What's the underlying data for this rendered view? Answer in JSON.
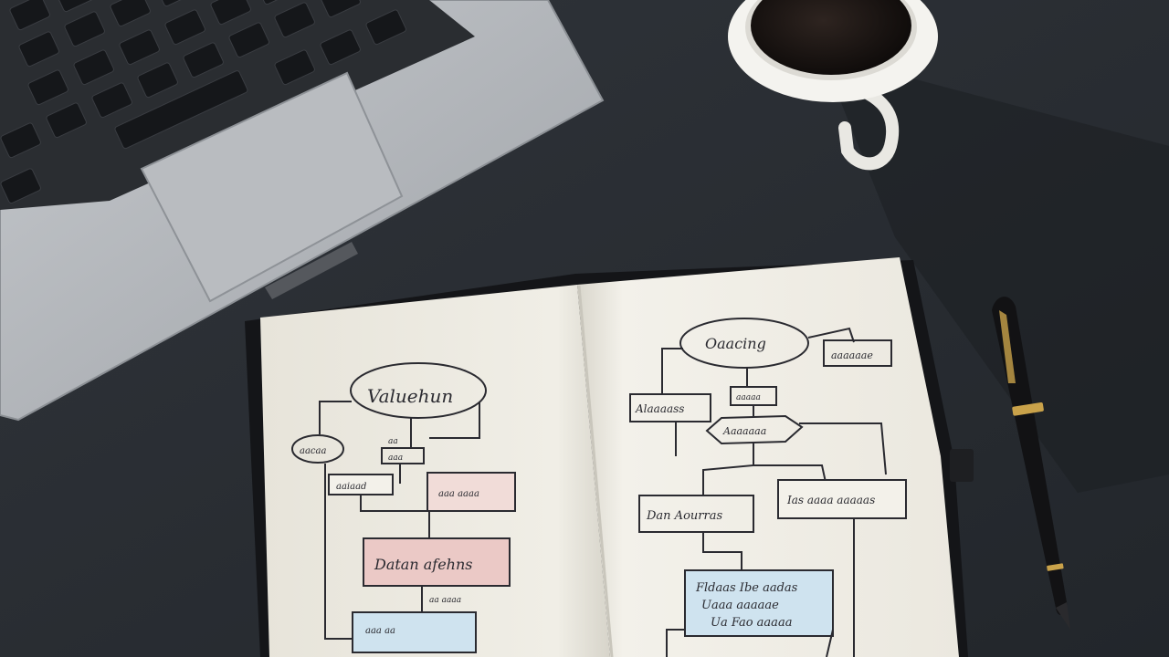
{
  "scene": {
    "description_tag": "desk-photo",
    "colors": {
      "desk": "#2b2f35",
      "laptop": "#b7babe",
      "keys": "#1f2226",
      "paper": "#f1efe6",
      "ink": "#2a2a30",
      "pink_highlight": "#e9c7c4",
      "blue_highlight": "#cfe3ef",
      "coffee": "#1a1412",
      "cup": "#f4f3ef",
      "pen": "#121214",
      "gold": "#c9a24a"
    }
  },
  "left_page": {
    "top_node": "Valuehun",
    "side_node": "aacaa",
    "small_a": "aa",
    "small_b": "aaa",
    "left_box": "aaiaad",
    "right_box": "aaa aaaa",
    "pink_box": "Datan afehns",
    "blue_box": "aaa aa",
    "caption": "aa aaaa"
  },
  "right_page": {
    "top_node": "Oaacing",
    "top_right_box": "aaaaaae",
    "left_box": "Alaaaass",
    "small_top": "aaaaa",
    "hex_node": "Aaaaaaa",
    "mid_left_box": "Dan Aourras",
    "mid_right_box": "Ias aaaa aaaaas",
    "blue_line_1": "Fldaas Ibe aadas",
    "blue_line_2": "Uaaa aaaaae",
    "blue_line_3": "Ua Fao aaaaa"
  }
}
